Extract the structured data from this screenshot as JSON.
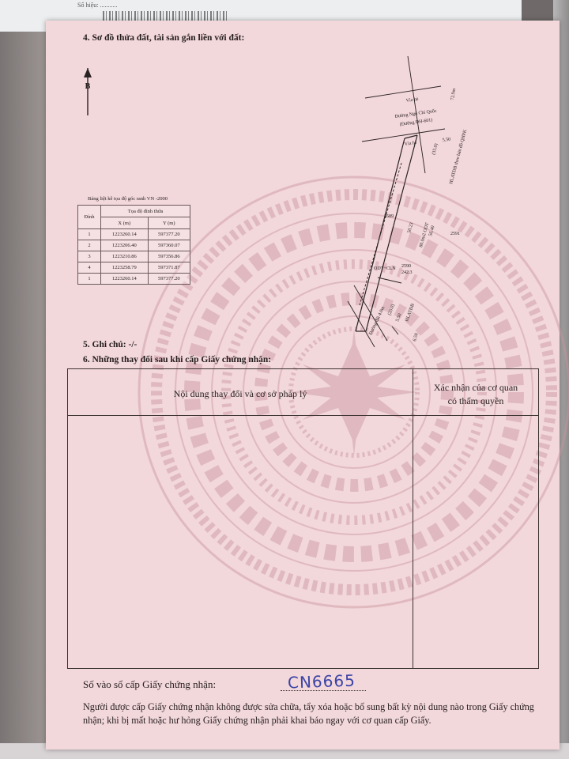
{
  "under_text": "Số hiệu: ...........",
  "section4": {
    "title": "4. Sơ đồ thửa đất, tài sản gắn liền với đất:"
  },
  "north_label": "B",
  "coord_table": {
    "caption": "Bảng liệt kê tọa độ góc ranh VN -2000",
    "group_header": "Tọa độ đỉnh thửa",
    "headers": [
      "Đỉnh",
      "X (m)",
      "Y (m)"
    ],
    "rows": [
      [
        "1",
        "1223260.14",
        "597377.20"
      ],
      [
        "2",
        "1223206.40",
        "597360.07"
      ],
      [
        "3",
        "1223210.86",
        "597356.86"
      ],
      [
        "4",
        "1223258.79",
        "597371.87"
      ],
      [
        "1",
        "1223260.14",
        "597377.20"
      ]
    ]
  },
  "map_labels": {
    "via_he_1": "Vỉa hè",
    "road_name": "Đường Ngô Chí Quốc",
    "road_code": "(Đường ĐH-601)",
    "via_he_2": "Vỉa hè",
    "dim_550": "5.50",
    "dim_350": "(35.0)",
    "hlatdb": "HLATĐB theo bản đồ QHPK",
    "dim_5023": "50.23",
    "area": "80.0m2 ODT",
    "dim_5640": "56.40",
    "parcel_2589": "2589",
    "parcel_2591": "2591",
    "parcel_2590": "2590",
    "area_2": "242.3",
    "odt_cln": "ODT+CLN",
    "hlatdb_2": "HLATĐB",
    "road_2": "Đường đất 4.0m",
    "dim_2": "(20.0)",
    "dim_3": "5.50",
    "dim_4": "6.50",
    "dim_top": "72.9m"
  },
  "section5": {
    "title": "5. Ghi chú: -/-"
  },
  "section6": {
    "title": "6. Những thay đổi sau khi cấp Giấy chứng nhận:"
  },
  "changes_table": {
    "col1": "Nội dung thay đổi và cơ sở pháp lý",
    "col2_line1": "Xác nhận của cơ quan",
    "col2_line2": "có thẩm quyền"
  },
  "registry": {
    "label": "Số vào sổ cấp Giấy chứng nhận:",
    "value": "CN6665"
  },
  "footer_note": "Người được cấp Giấy chứng nhận không được sửa chữa, tẩy xóa hoặc bổ sung bất kỳ nội dung nào trong Giấy chứng nhận; khi bị mất hoặc hư hỏng Giấy chứng nhận phải khai báo ngay với cơ quan cấp Giấy.",
  "colors": {
    "paper": "#f2d7db",
    "ink": "#231c1c",
    "handwriting": "#3b44a6",
    "pattern": "#c9959e"
  },
  "icons": [
    "north-arrow-icon",
    "bronze-drum-watermark"
  ]
}
